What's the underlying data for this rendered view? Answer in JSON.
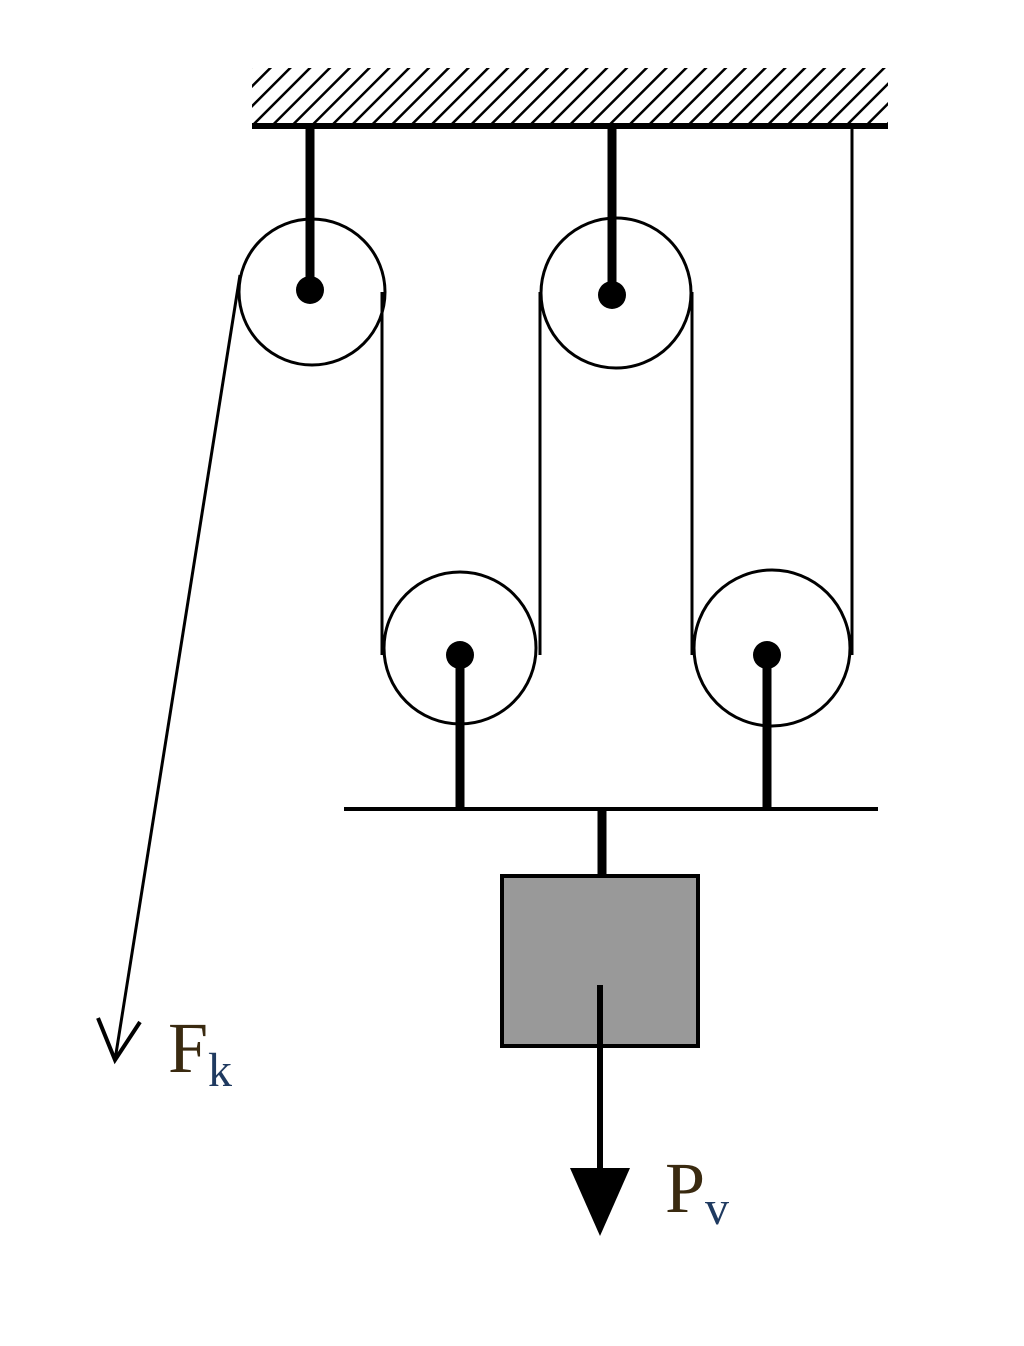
{
  "labels": {
    "force": {
      "main": "F",
      "sub": "k"
    },
    "weight": {
      "main": "P",
      "sub": "v"
    }
  },
  "colors": {
    "line": "#000000",
    "load_fill": "#999999",
    "label_main": "#3a2a10",
    "label_sub": "#1f3a60",
    "background": "#ffffff"
  }
}
